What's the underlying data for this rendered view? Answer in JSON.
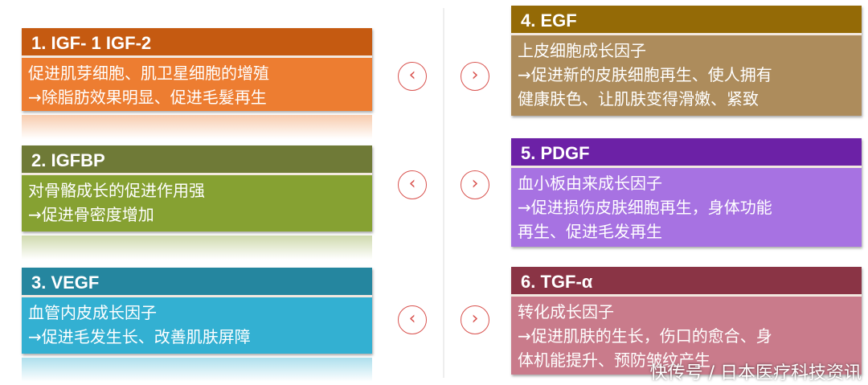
{
  "cards": [
    {
      "title": "1. IGF- 1 IGF-2",
      "lines": [
        "促进肌芽细胞、肌卫星细胞的增殖",
        "→除脂肪效果明显、促进毛髮再生"
      ],
      "header_color": "#c55a11",
      "body_color": "#ed7d31"
    },
    {
      "title": "2. IGFBP",
      "lines": [
        "对骨骼成长的促进作用强",
        "→促进骨密度增加"
      ],
      "header_color": "#6f7a37",
      "body_color": "#86a132"
    },
    {
      "title": "3. VEGF",
      "lines": [
        "血管内皮成长因子",
        "→促进毛发生长、改善肌肤屏障"
      ],
      "header_color": "#25869f",
      "body_color": "#33b0d2"
    },
    {
      "title": "4. EGF",
      "lines": [
        "上皮细胞成长因子",
        "→促进新的皮肤细胞再生、使人拥有",
        "健康肤色、让肌肤变得滑嫩、紧致"
      ],
      "header_color": "#946a06",
      "body_color": "#ad8c5c"
    },
    {
      "title": "5. PDGF",
      "lines": [
        "血小板由来成长因子",
        "→促进损伤皮肤细胞再生，身体功能",
        "再生、促进毛发再生"
      ],
      "header_color": "#6c21a6",
      "body_color": "#a772e2"
    },
    {
      "title": "6. TGF-α",
      "lines": [
        "转化成长因子",
        "→促进肌肤的生长，伤口的愈合、身",
        "体机能提升、预防皱纹产生"
      ],
      "header_color": "#8a3445",
      "body_color": "#c97b8b"
    }
  ],
  "nav": {
    "prev_icon": "chevron-left-circle-icon",
    "next_icon": "chevron-right-circle-icon",
    "prev": "‹",
    "next": "›"
  },
  "watermark": "快传号 / 日本医疗科技资讯"
}
